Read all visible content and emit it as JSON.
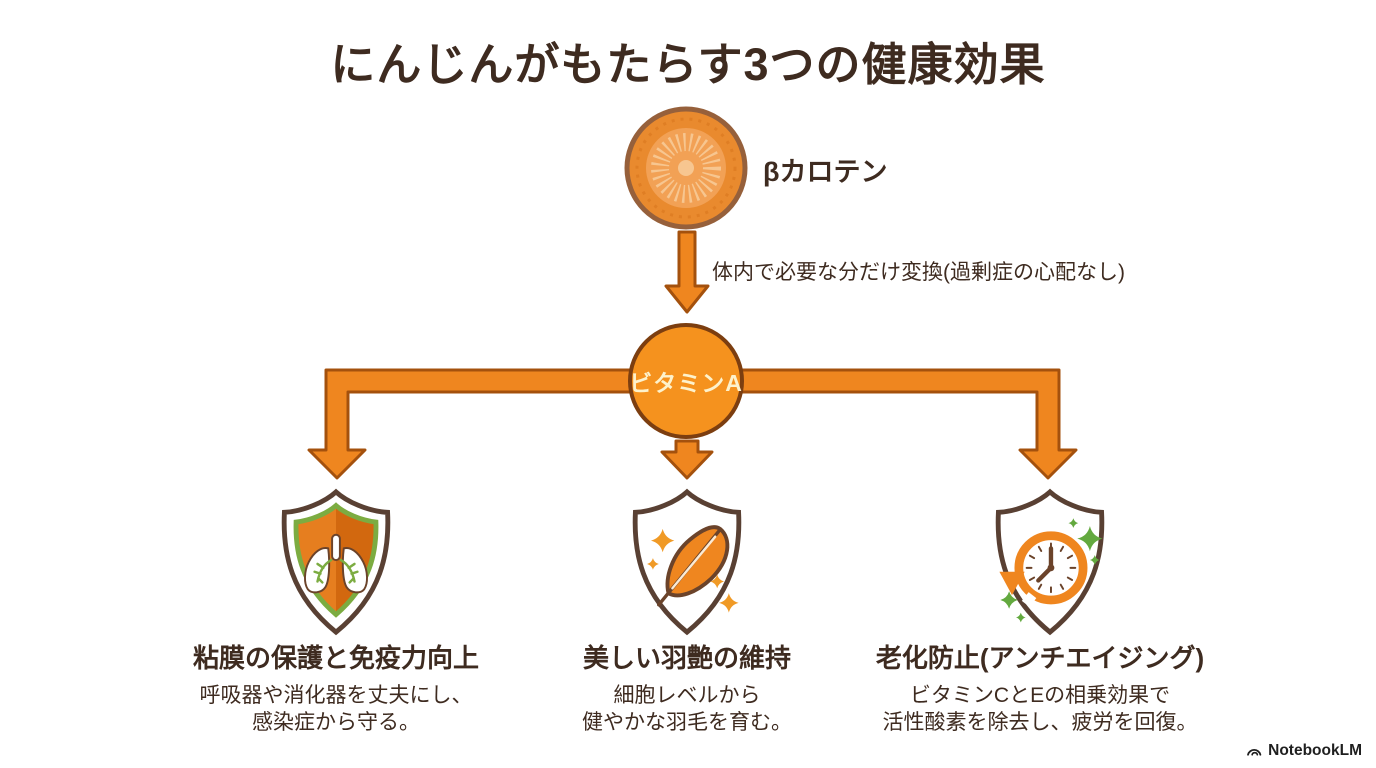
{
  "title": "にんじんがもたらす3つの健康効果",
  "flow": {
    "source": {
      "icon": "carrot-slice-icon",
      "label": "βカロテン"
    },
    "conversion_arrow_note": "体内で必要な分だけ変換(過剰症の心配なし)",
    "hub": {
      "label": "ビタミンA"
    },
    "branches": [
      {
        "icon": "shield-lungs-icon",
        "heading": "粘膜の保護と免疫力向上",
        "body_line1": "呼吸器や消化器を丈夫にし、",
        "body_line2": "感染症から守る。"
      },
      {
        "icon": "shield-feather-icon",
        "heading": "美しい羽艶の維持",
        "body_line1": "細胞レベルから",
        "body_line2": "健やかな羽毛を育む。"
      },
      {
        "icon": "shield-clock-rewind-icon",
        "heading": "老化防止(アンチエイジング)",
        "body_line1": "ビタミンCとEの相乗効果で",
        "body_line2": "活性酸素を除去し、疲労を回復。"
      }
    ]
  },
  "footer": {
    "brand": "NotebookLM",
    "icon": "notebooklm-logo-icon"
  },
  "colors": {
    "bg": "#FFFFFF",
    "ink": "#3E2B20",
    "arrow_fill": "#EF861F",
    "arrow_stroke": "#A4510D",
    "node_fill": "#F5921E",
    "node_stroke": "#7C3E10",
    "node_text": "#FDF2CC",
    "carrot_fill": "#E98A2E",
    "carrot_core": "#F2A155",
    "carrot_line": "#F7C690",
    "carrot_border": "#96603B",
    "shield_outline": "#594033",
    "shield_green": "#7CAC41",
    "shield_orange_left": "#E67E1F",
    "shield_orange_right": "#D2680F",
    "icon_brown": "#6B432A",
    "icon_orange": "#EF861F",
    "sparkle_green": "#63A93F",
    "sparkle_orange": "#F09A26",
    "footer_ink": "#1F1F1F"
  }
}
